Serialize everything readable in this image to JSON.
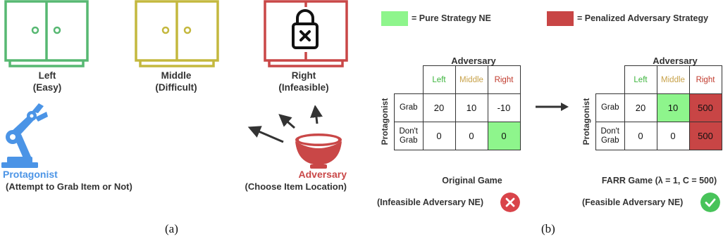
{
  "colors": {
    "left": "#57b872",
    "middle": "#c4b83e",
    "right": "#c94747",
    "protagonist": "#4b94e6",
    "adversary": "#c94747",
    "pure_ne": "#8ef58c",
    "penalized": "#c84545",
    "left_text": "#3cb43c",
    "middle_text": "#c8a24a",
    "right_text": "#c0392b",
    "cross_badge": "#d9444a",
    "check_badge": "#48c35a"
  },
  "panel_a": {
    "cabinets": [
      {
        "name": "Left",
        "difficulty": "(Easy)"
      },
      {
        "name": "Middle",
        "difficulty": "(Difficult)"
      },
      {
        "name": "Right",
        "difficulty": "(Infeasible)"
      }
    ],
    "protagonist": {
      "name": "Protagonist",
      "desc": "(Attempt to Grab Item or Not)"
    },
    "adversary": {
      "name": "Adversary",
      "desc": "(Choose Item Location)"
    },
    "label": "(a)"
  },
  "panel_b": {
    "legend": {
      "pure": "= Pure Strategy NE",
      "penalized": "= Penalized Adversary Strategy"
    },
    "original": {
      "adversary_header": "Adversary",
      "protagonist_header": "Protagonist",
      "columns": [
        "Left",
        "Middle",
        "Right"
      ],
      "rows": [
        {
          "label": "Grab",
          "values": [
            "20",
            "10",
            "-10"
          ]
        },
        {
          "label": "Don't\nGrab",
          "values": [
            "0",
            "0",
            "0"
          ]
        }
      ],
      "caption": "Original Game",
      "status": "(Infeasible Adversary NE)"
    },
    "farr": {
      "adversary_header": "Adversary",
      "protagonist_header": "Protagonist",
      "columns": [
        "Left",
        "Middle",
        "Right"
      ],
      "rows": [
        {
          "label": "Grab",
          "values": [
            "20",
            "10",
            "500"
          ]
        },
        {
          "label": "Don't\nGrab",
          "values": [
            "0",
            "0",
            "500"
          ]
        }
      ],
      "caption": "FARR Game (λ = 1, C = 500)",
      "status": "(Feasible Adversary NE)"
    },
    "label": "(b)"
  }
}
